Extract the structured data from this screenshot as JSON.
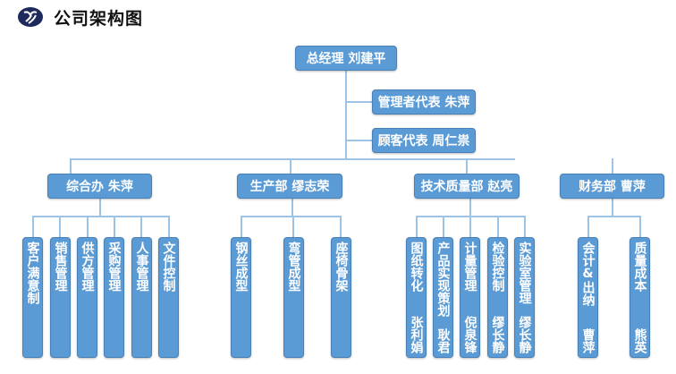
{
  "header": {
    "title": "公司架构图",
    "logo_icon": "company-logo"
  },
  "colors": {
    "box_fill": "#5b9bd5",
    "box_border": "#4a80b8",
    "connector": "#9dc3e6"
  },
  "org": {
    "gm": "总经理 刘建平",
    "assistants": [
      "管理者代表 朱萍",
      "顾客代表 周仁祟"
    ],
    "departments": [
      {
        "label": "综合办 朱萍",
        "units": [
          {
            "name": "客户满意制",
            "owner": ""
          },
          {
            "name": "销售管理",
            "owner": ""
          },
          {
            "name": "供方管理",
            "owner": ""
          },
          {
            "name": "采购管理",
            "owner": ""
          },
          {
            "name": "人事管理",
            "owner": ""
          },
          {
            "name": "文件控制",
            "owner": ""
          }
        ]
      },
      {
        "label": "生产部 缪志荣",
        "units": [
          {
            "name": "钢丝成型",
            "owner": ""
          },
          {
            "name": "弯管成型",
            "owner": ""
          },
          {
            "name": "座椅骨架",
            "owner": ""
          }
        ]
      },
      {
        "label": "技术质量部 赵亮",
        "units": [
          {
            "name": "图纸转化",
            "owner": "张利娟"
          },
          {
            "name": "产品实现策划",
            "owner": "耿君"
          },
          {
            "name": "计量管理",
            "owner": "倪泉锋"
          },
          {
            "name": "检验控制",
            "owner": "缪长静"
          },
          {
            "name": "实验室管理",
            "owner": "缪长静"
          }
        ]
      },
      {
        "label": "财务部 曹萍",
        "units": [
          {
            "name": "会计&出纳",
            "owner": "曹萍"
          },
          {
            "name": "质量成本",
            "owner": "熊英"
          }
        ]
      }
    ]
  }
}
